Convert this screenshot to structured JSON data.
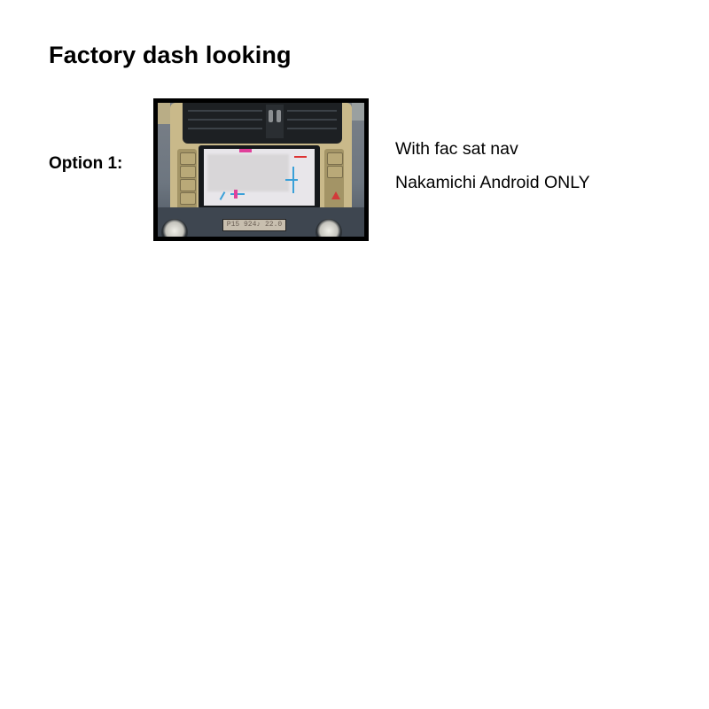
{
  "page": {
    "title": "Factory dash looking"
  },
  "option": {
    "label": "Option 1:",
    "image": {
      "alt": "Toyota dashboard with factory satellite navigation screen",
      "radio_display": "P15   924♪ 22.0"
    },
    "description": [
      "With fac sat nav",
      "Nakamichi Android ONLY"
    ]
  }
}
